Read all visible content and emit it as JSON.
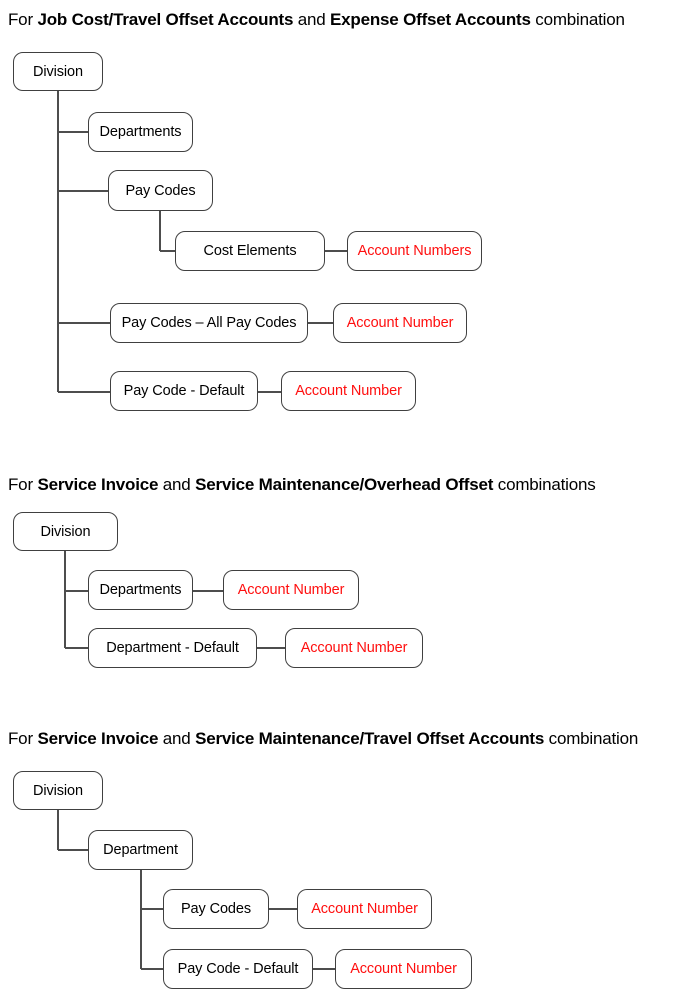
{
  "title": "GL account combinations hierarchy diagram",
  "colors": {
    "background": "#ffffff",
    "box_border": "#404040",
    "connector_line": "#4d4d4d",
    "box_text": "#000000",
    "account_box_text": "#ff0f0f"
  },
  "sections": [
    {
      "heading": {
        "seg0": "For ",
        "seg1": "Job Cost/Travel Offset Accounts",
        "seg2": " and ",
        "seg3": "Expense Offset Accounts",
        "seg4": " combination"
      },
      "nodes": {
        "division": {
          "label": "Division"
        },
        "departments": {
          "label": "Departments"
        },
        "pay_codes": {
          "label": "Pay Codes"
        },
        "cost_elements": {
          "label": "Cost Elements"
        },
        "account_numbers": {
          "label": "Account Numbers"
        },
        "pay_codes_all": {
          "label": "Pay Codes – All Pay Codes"
        },
        "account_number_1": {
          "label": "Account Number"
        },
        "pay_code_default": {
          "label": "Pay Code - Default"
        },
        "account_number_2": {
          "label": "Account Number"
        }
      },
      "edges": [
        "Division > Departments",
        "Division > Pay Codes",
        "Pay Codes > Cost Elements",
        "Cost Elements > Account Numbers",
        "Division > Pay Codes – All Pay Codes",
        "Pay Codes – All Pay Codes > Account Number",
        "Division > Pay Code - Default",
        "Pay Code - Default > Account Number"
      ]
    },
    {
      "heading": {
        "seg0": "For ",
        "seg1": "Service Invoice",
        "seg2": " and ",
        "seg3": "Service Maintenance/Overhead Offset",
        "seg4": " combinations"
      },
      "nodes": {
        "division": {
          "label": "Division"
        },
        "departments": {
          "label": "Departments"
        },
        "account_number_1": {
          "label": "Account Number"
        },
        "department_default": {
          "label": "Department - Default"
        },
        "account_number_2": {
          "label": "Account Number"
        }
      },
      "edges": [
        "Division > Departments",
        "Departments > Account Number",
        "Division > Department - Default",
        "Department - Default > Account Number"
      ]
    },
    {
      "heading": {
        "seg0": "For ",
        "seg1": "Service Invoice",
        "seg2": " and ",
        "seg3": "Service Maintenance/Travel Offset Accounts",
        "seg4": " combination"
      },
      "nodes": {
        "division": {
          "label": "Division"
        },
        "department": {
          "label": "Department"
        },
        "pay_codes": {
          "label": "Pay Codes"
        },
        "account_number_1": {
          "label": "Account Number"
        },
        "pay_code_default": {
          "label": "Pay Code - Default"
        },
        "account_number_2": {
          "label": "Account Number"
        }
      },
      "edges": [
        "Division > Department",
        "Department > Pay Codes",
        "Pay Codes > Account Number",
        "Department > Pay Code - Default",
        "Pay Code - Default > Account Number"
      ]
    }
  ]
}
